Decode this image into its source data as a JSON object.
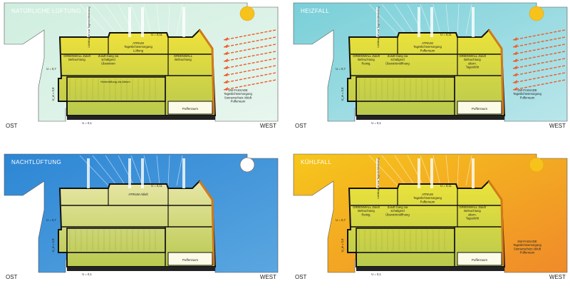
{
  "panels": [
    {
      "title": "NATÜRLICHE LÜFTUNG",
      "sky_color": "#cfeee0",
      "sky_color2": "#e8f6ee",
      "sun_color": "#f6c21b",
      "sun_outline": false,
      "arrows": true,
      "arrow_color": "#ef5a2a",
      "building_fill": "#f0e23a",
      "labels": {
        "lichtkuppel": "Lichtkuppel zur Tageslichtnutzung",
        "greenwall_l": "GREENWALL Zuluft Befeuchtung",
        "gang": "Zuluft Gang via schaltgerd Überstrom",
        "atrium": "ATRIUM Tageslichtversorgung Lüftung",
        "greenwall_r": "GREENWALL Befeuchtung",
        "fassade": "SW-FASSADE Tageslichtversorgung Sonnenschutz Abluft Pufferraum",
        "halle": "Hinterlüftung via Atrium",
        "pufferraum": "Pufferraum"
      },
      "u_values": [
        "U = 0,11",
        "U = 0,7",
        "U_w = 0,8",
        "U = 0,1"
      ],
      "ost": "OST",
      "west": "WEST"
    },
    {
      "title": "HEIZFALL",
      "sky_color": "#79cfd8",
      "sky_color2": "#b9e6ea",
      "sun_color": "#f6c21b",
      "sun_outline": false,
      "arrows": true,
      "arrow_color": "#ef5a2a",
      "building_fill": "#ece33a",
      "labels": {
        "lichtkuppel": "Lichtkuppel zur Tageslichtnutzung",
        "greenwall_l": "GREENWALL Zuluft Befeuchtung Reinig.",
        "gang": "Zuluft Gang via schaltgerd Überströmöffnung",
        "atrium": "ATRIUM Tageslichtversorgung Pufferraum",
        "greenwall_r": "GREENWALL Zuluft Befeuchtung altern. Tageslicht",
        "fassade": "SW-FASSADE Tageslichtversorgung Pufferraum",
        "halle": "",
        "pufferraum": "Pufferraum"
      },
      "u_values": [
        "U = 0,11",
        "U = 0,7",
        "U_w = 0,8",
        "U = 0,1"
      ],
      "ost": "OST",
      "west": "WEST"
    },
    {
      "title": "NACHTLÜFTUNG",
      "sky_color": "#2d86d4",
      "sky_color2": "#5aa6e0",
      "sun_color": "#ffffff",
      "sun_outline": true,
      "arrows": false,
      "arrow_color": "#ef5a2a",
      "building_fill": "#e7e6a6",
      "labels": {
        "lichtkuppel": "",
        "greenwall_l": "",
        "gang": "",
        "atrium": "ATRIUM Abluft",
        "greenwall_r": "",
        "fassade": "",
        "halle": "",
        "pufferraum": "Pufferraum"
      },
      "u_values": [
        "U = 0,11",
        "U = 0,7",
        "U_w = 0,8",
        "U = 0,1"
      ],
      "ost": "OST",
      "west": "WEST"
    },
    {
      "title": "KÜHLFALL",
      "sky_color": "#f6c71b",
      "sky_color2": "#f08a2a",
      "sun_color": "#f6c21b",
      "sun_outline": false,
      "arrows": false,
      "arrow_color": "#ef5a2a",
      "building_fill": "#ece33a",
      "labels": {
        "lichtkuppel": "Lichtkuppel zur Tageslichtnutzung",
        "greenwall_l": "GREENWALL Zuluft Befeuchtung Reinig.",
        "gang": "Zuluft Gang via schaltgerd Überströmöffnung",
        "atrium": "ATRIUM Tageslichtversorgung Pufferraum",
        "greenwall_r": "GREENWALL Zuluft Befeuchtung altern. Tageslicht",
        "fassade": "SW-FASSADE Tageslichtversorgung Sonnenschutz Abluft Pufferraum",
        "halle": "",
        "pufferraum": "Pufferraum"
      },
      "u_values": [
        "U = 0,11",
        "U = 0,7",
        "U_w = 0,8",
        "U = 0,1"
      ],
      "ost": "OST",
      "west": "WEST"
    }
  ]
}
